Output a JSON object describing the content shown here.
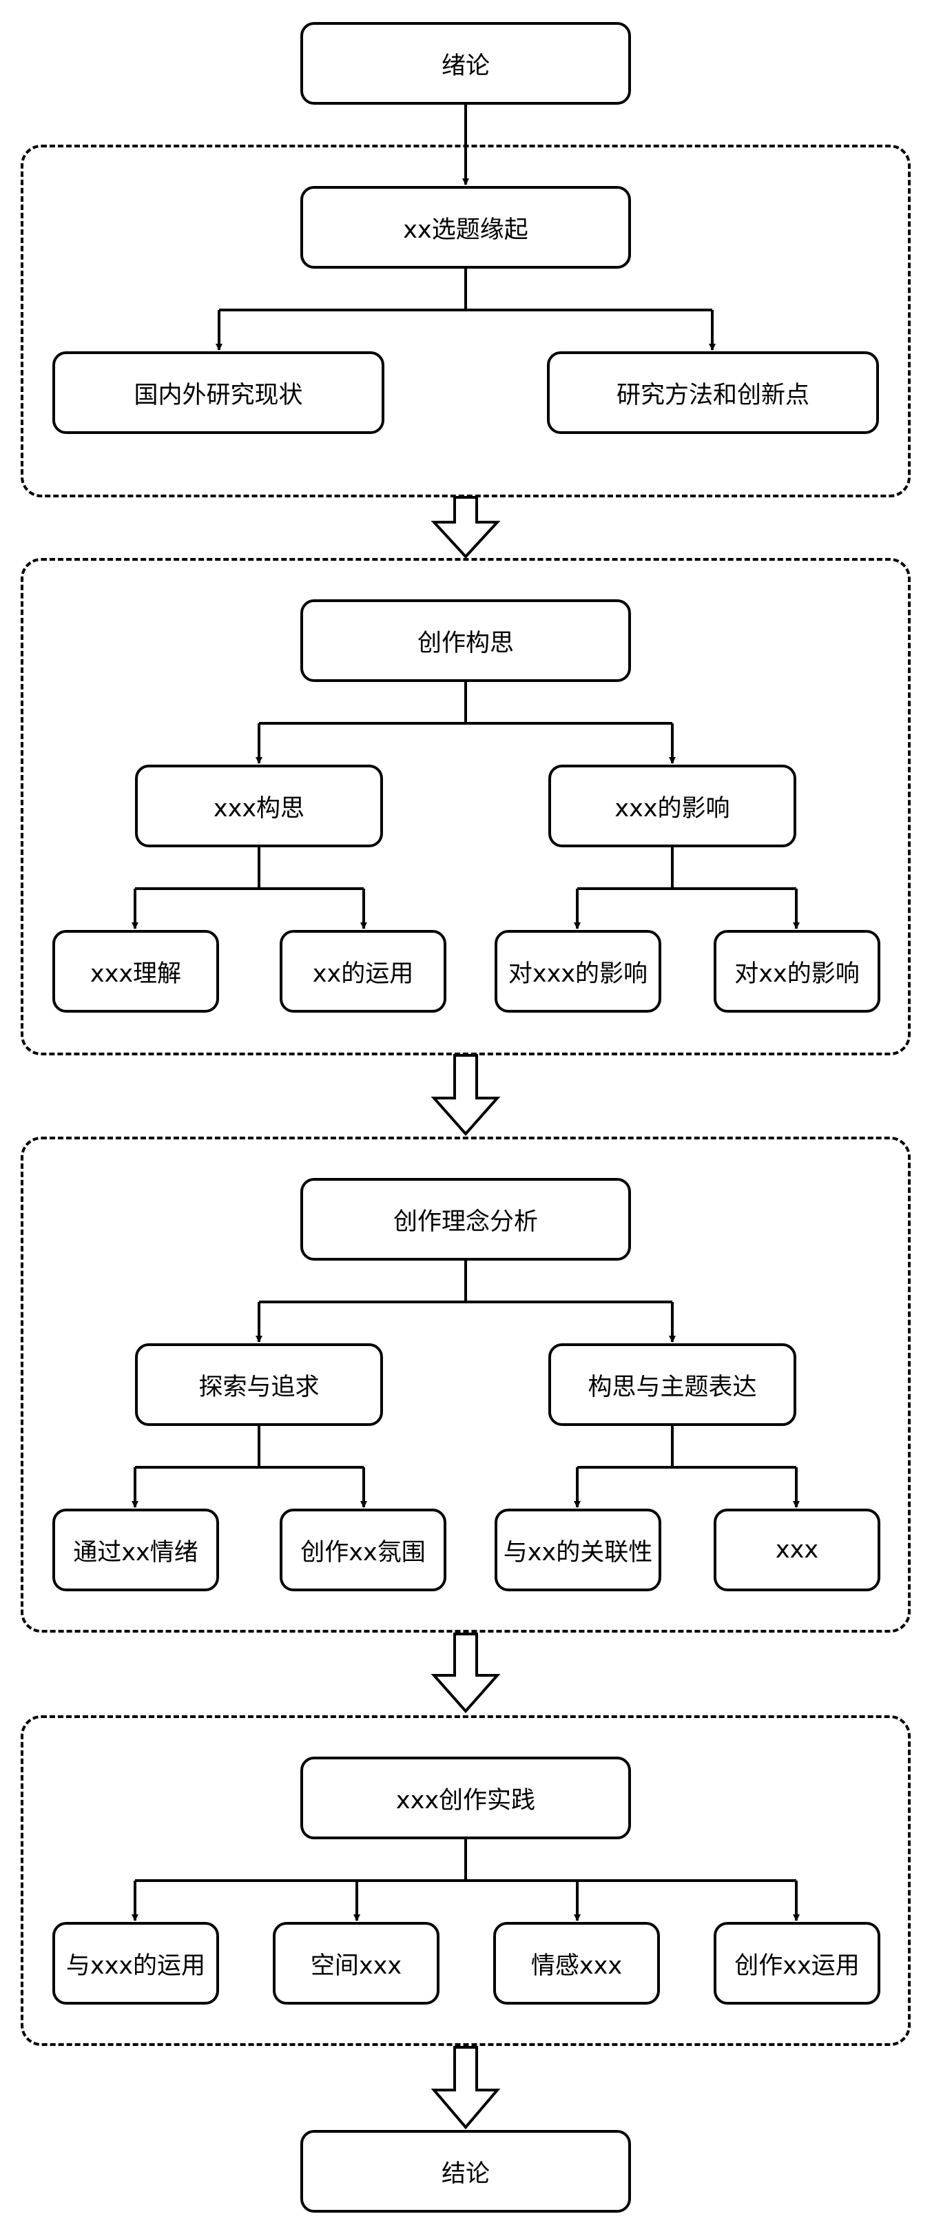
{
  "nodes": {
    "intro": "绪论",
    "origin": "xx选题缘起",
    "research_status": "国内外研究现状",
    "methods_innovation": "研究方法和创新点",
    "creative_concept": "创作构思",
    "xxx_concept": "xxx构思",
    "xxx_influence": "xxx的影响",
    "xxx_understanding": "xxx理解",
    "xx_application": "xx的运用",
    "influence_on_xxx": "对xxx的影响",
    "influence_on_xx": "对xx的影响",
    "idea_analysis": "创作理念分析",
    "exploration": "探索与追求",
    "concept_theme": "构思与主题表达",
    "via_xx_emotion": "通过xx情绪",
    "create_xx_atmosphere": "创作xx氛围",
    "xx_relevance": "与xx的关联性",
    "xxx": "xxx",
    "practice": "xxx创作实践",
    "with_xxx_application": "与xxx的运用",
    "space_xxx": "空间xxx",
    "emotion_xxx": "情感xxx",
    "create_xx_application": "创作xx运用",
    "conclusion": "结论"
  }
}
